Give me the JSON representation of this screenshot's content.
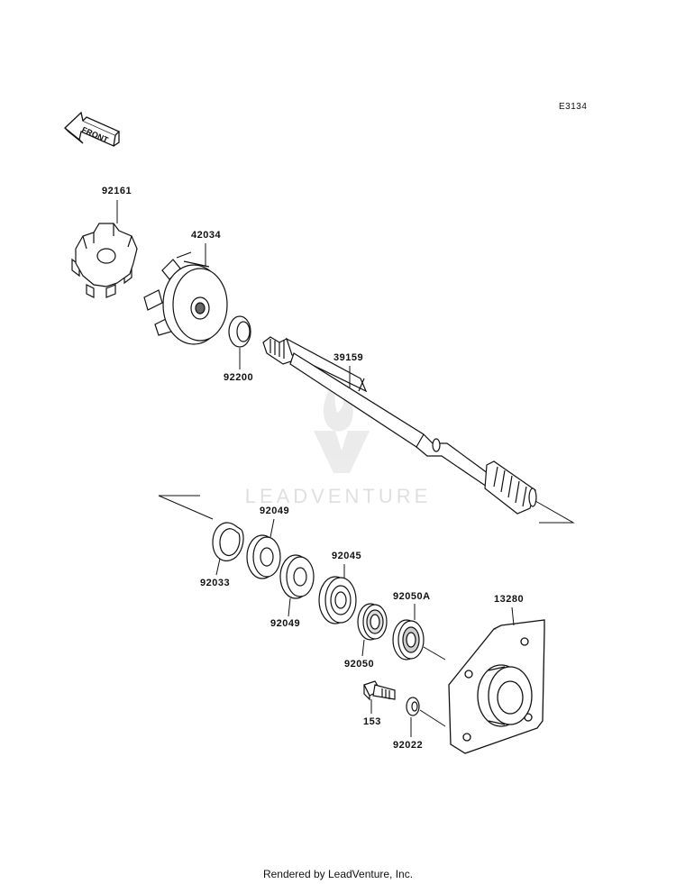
{
  "diagram_code": "E3134",
  "front_label": "FRONT",
  "watermark": "LEADVENTURE",
  "footer": "Rendered by LeadVenture, Inc.",
  "parts": {
    "p92161": "92161",
    "p42034": "42034",
    "p92200": "92200",
    "p39159": "39159",
    "p92049a": "92049",
    "p92033": "92033",
    "p92049b": "92049",
    "p92045": "92045",
    "p92050A": "92050A",
    "p13280": "13280",
    "p92050": "92050",
    "p153": "153",
    "p92022": "92022"
  }
}
